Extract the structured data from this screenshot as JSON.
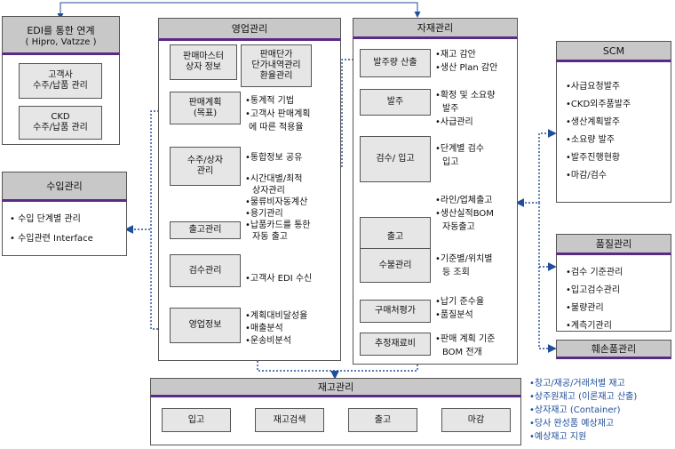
{
  "edi": {
    "title_line1": "EDI를 통한 연계",
    "title_line2": "( Hipro, Vatzze )",
    "box1_line1": "고객사",
    "box1_line2": "수주/납품 관리",
    "box2_line1": "CKD",
    "box2_line2": "수주/납품 관리"
  },
  "import": {
    "title": "수입관리",
    "items": [
      "• 수입 단계별 관리",
      "• 수입관련 Interface"
    ]
  },
  "sales": {
    "title": "영업관리",
    "box_master_line1": "판매마스터",
    "box_master_line2": "상자 정보",
    "box_price_line1": "판매단가",
    "box_price_line2": "단가내역관리",
    "box_price_line3": "환율관리",
    "box_plan_line1": "판매계획",
    "box_plan_line2": "(목표)",
    "box_order_line1": "수주/상자",
    "box_order_line2": "관리",
    "box_ship": "출고관리",
    "box_inspect": "검수관리",
    "box_info": "영업정보",
    "plan_notes": [
      "•통계적 기법",
      "•고객사 판매계획",
      "에 따른 적용율"
    ],
    "order_notes": [
      "•통합정보 공유"
    ],
    "ship_notes": [
      "•시간대별/최적",
      "상자관리",
      "•물류비자동계산",
      "•용기관리",
      "•납품카드를 통한",
      "자동 출고"
    ],
    "inspect_notes": [
      "•고객사 EDI 수신"
    ],
    "info_notes": [
      "•계획대비달성율",
      "•매출분석",
      "•운송비분석"
    ]
  },
  "material": {
    "title": "자재관리",
    "box_qty": "발주량 산출",
    "box_order": "발주",
    "box_inspect": "검수/ 입고",
    "box_ship": "출고",
    "box_defect": "수불관리",
    "box_eval": "구매처평가",
    "box_estimate": "추정재료비",
    "qty_notes": [
      "•재고 감안",
      "•생산 Plan 감안"
    ],
    "order_notes": [
      "•확정 및 소요량",
      "발주",
      "•사급관리"
    ],
    "inspect_notes": [
      "•단계별 검수",
      "입고"
    ],
    "ship_notes": [
      "•라인/업체출고",
      "•생산실적BOM",
      "자동출고"
    ],
    "defect_notes": [
      "•기준별/위치별",
      "등 조회"
    ],
    "eval_notes": [
      "•납기 준수율",
      "•품질분석"
    ],
    "estimate_notes": [
      "•판매 계획 기준",
      "BOM 전개"
    ]
  },
  "scm": {
    "title": "SCM",
    "items": [
      "•사급요청발주",
      "•CKD외주품발주",
      "•생산계획발주",
      "•소요량 발주",
      "•발주진행현황",
      "•마감/검수"
    ]
  },
  "quality": {
    "title": "품질관리",
    "items": [
      "•검수 기준관리",
      "•입고검수관리",
      "•불량관리",
      "•계측기관리"
    ]
  },
  "scrap": {
    "title": "훼손품관리"
  },
  "inventory": {
    "title": "재고관리",
    "steps": [
      "입고",
      "재고검색",
      "출고",
      "마감"
    ],
    "notes": [
      "•창고/재공/거래처별 재고",
      "•상주원재고 (이론재고 산출)",
      "•상자재고 (Container)",
      "•당사 완성품 예상재고",
      "•예상재고 지원"
    ]
  },
  "colors": {
    "header_bg": "#c8c8c8",
    "box_bg": "#e6e6e6",
    "accent_purple": "#5b2a86",
    "link_blue": "#1f4e9a"
  }
}
